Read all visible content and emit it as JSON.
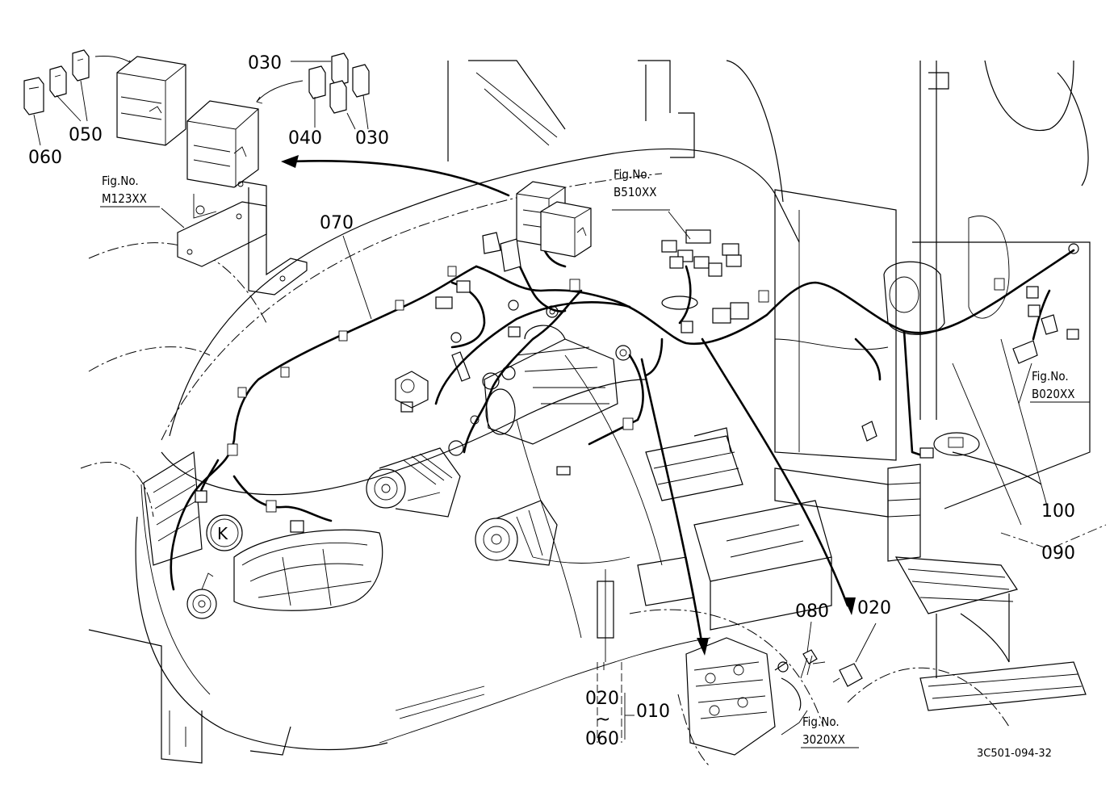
{
  "callouts": {
    "c030_top": "030",
    "c050": "050",
    "c060": "060",
    "c040": "040",
    "c030_bottom": "030",
    "c070": "070",
    "c100": "100",
    "c090": "090",
    "c080": "080",
    "c020_right": "020",
    "c020_bottom": "020",
    "c_tilde": "~",
    "c060_bottom": "060",
    "c010": "010"
  },
  "figure_refs": {
    "m123": {
      "line1": "Fig.No.",
      "line2": "M123XX"
    },
    "b510": {
      "line1": "Fig.No.",
      "line2": "B510XX"
    },
    "b020": {
      "line1": "Fig.No.",
      "line2": "B020XX"
    },
    "f3020": {
      "line1": "Fig.No.",
      "line2": "3020XX"
    }
  },
  "drawing_code": "3C501-094-32",
  "emblem_letter": "K"
}
